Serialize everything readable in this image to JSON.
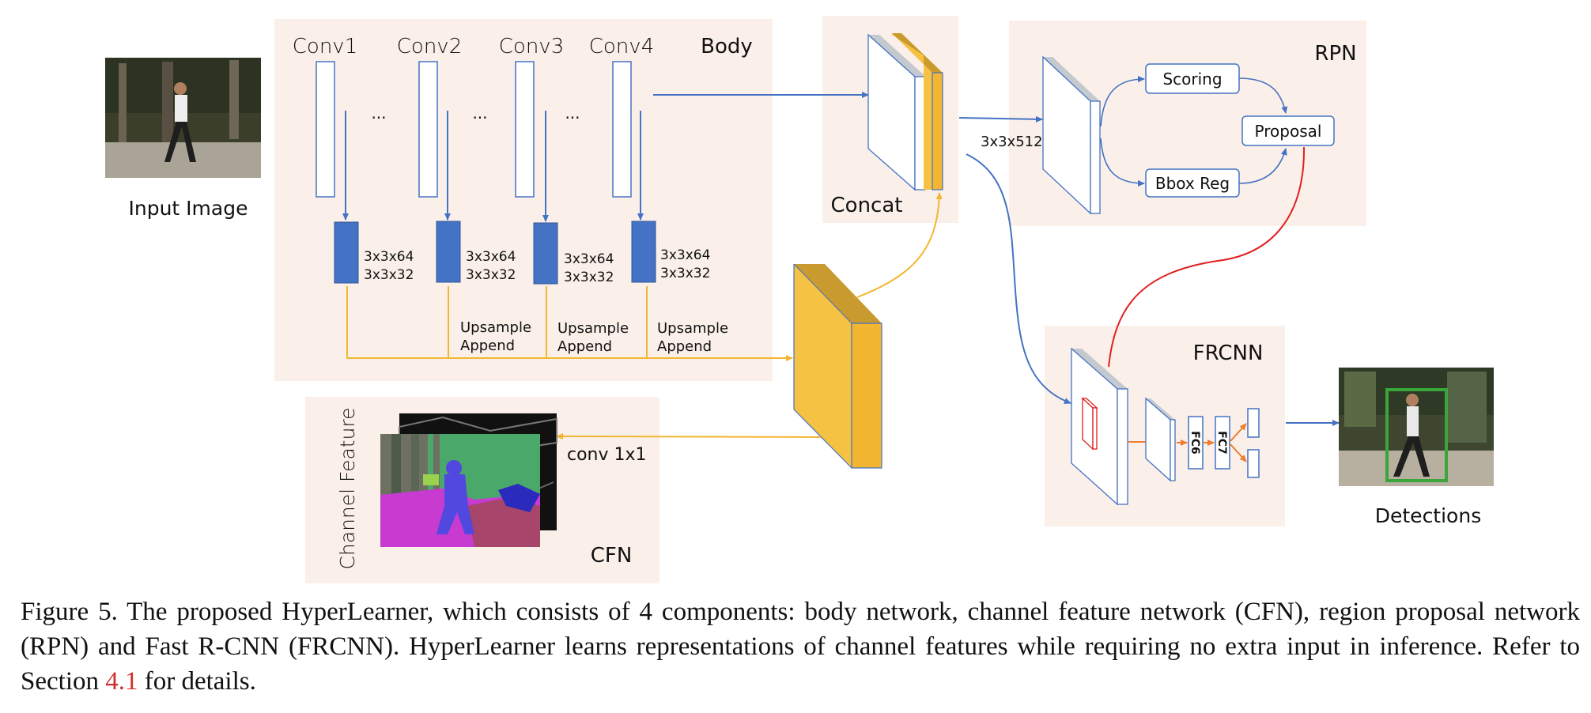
{
  "labels": {
    "conv1": "Conv1",
    "conv2": "Conv2",
    "conv3": "Conv3",
    "conv4": "Conv4",
    "body": "Body",
    "ellipsis": "...",
    "filter_a": "3x3x64",
    "filter_b": "3x3x32",
    "upsample": "Upsample",
    "append": "Append",
    "input_image": "Input Image",
    "concat": "Concat",
    "rpn": "RPN",
    "scoring": "Scoring",
    "proposal": "Proposal",
    "bbox_reg": "Bbox Reg",
    "rpn_conv": "3x3x512",
    "frcnn": "FRCNN",
    "fc6": "FC6",
    "fc7": "FC7",
    "detections": "Detections",
    "channel_feature": "Channel Feature",
    "conv1x1": "conv 1x1",
    "cfn": "CFN"
  },
  "caption": {
    "text_before": "Figure 5. The proposed HyperLearner, which consists of 4 components: body network, channel feature network (CFN), region proposal network (RPN) and Fast R-CNN (FRCNN). HyperLearner learns representations of channel features while requiring no extra input in inference. Refer to Section ",
    "ref": "4.1",
    "text_after": " for details."
  },
  "colors": {
    "panel": "#fbf0e9",
    "blue": "#4472c4",
    "blue_fill": "#4472c4",
    "yellow": "#f5c243",
    "yellow_line": "#f2b632",
    "orange": "#ed7d31",
    "red": "#e02020",
    "gray_top": "#c4c8cf"
  },
  "icons": [
    "pedestrian-photo",
    "segmentation-map",
    "detection-photo"
  ]
}
